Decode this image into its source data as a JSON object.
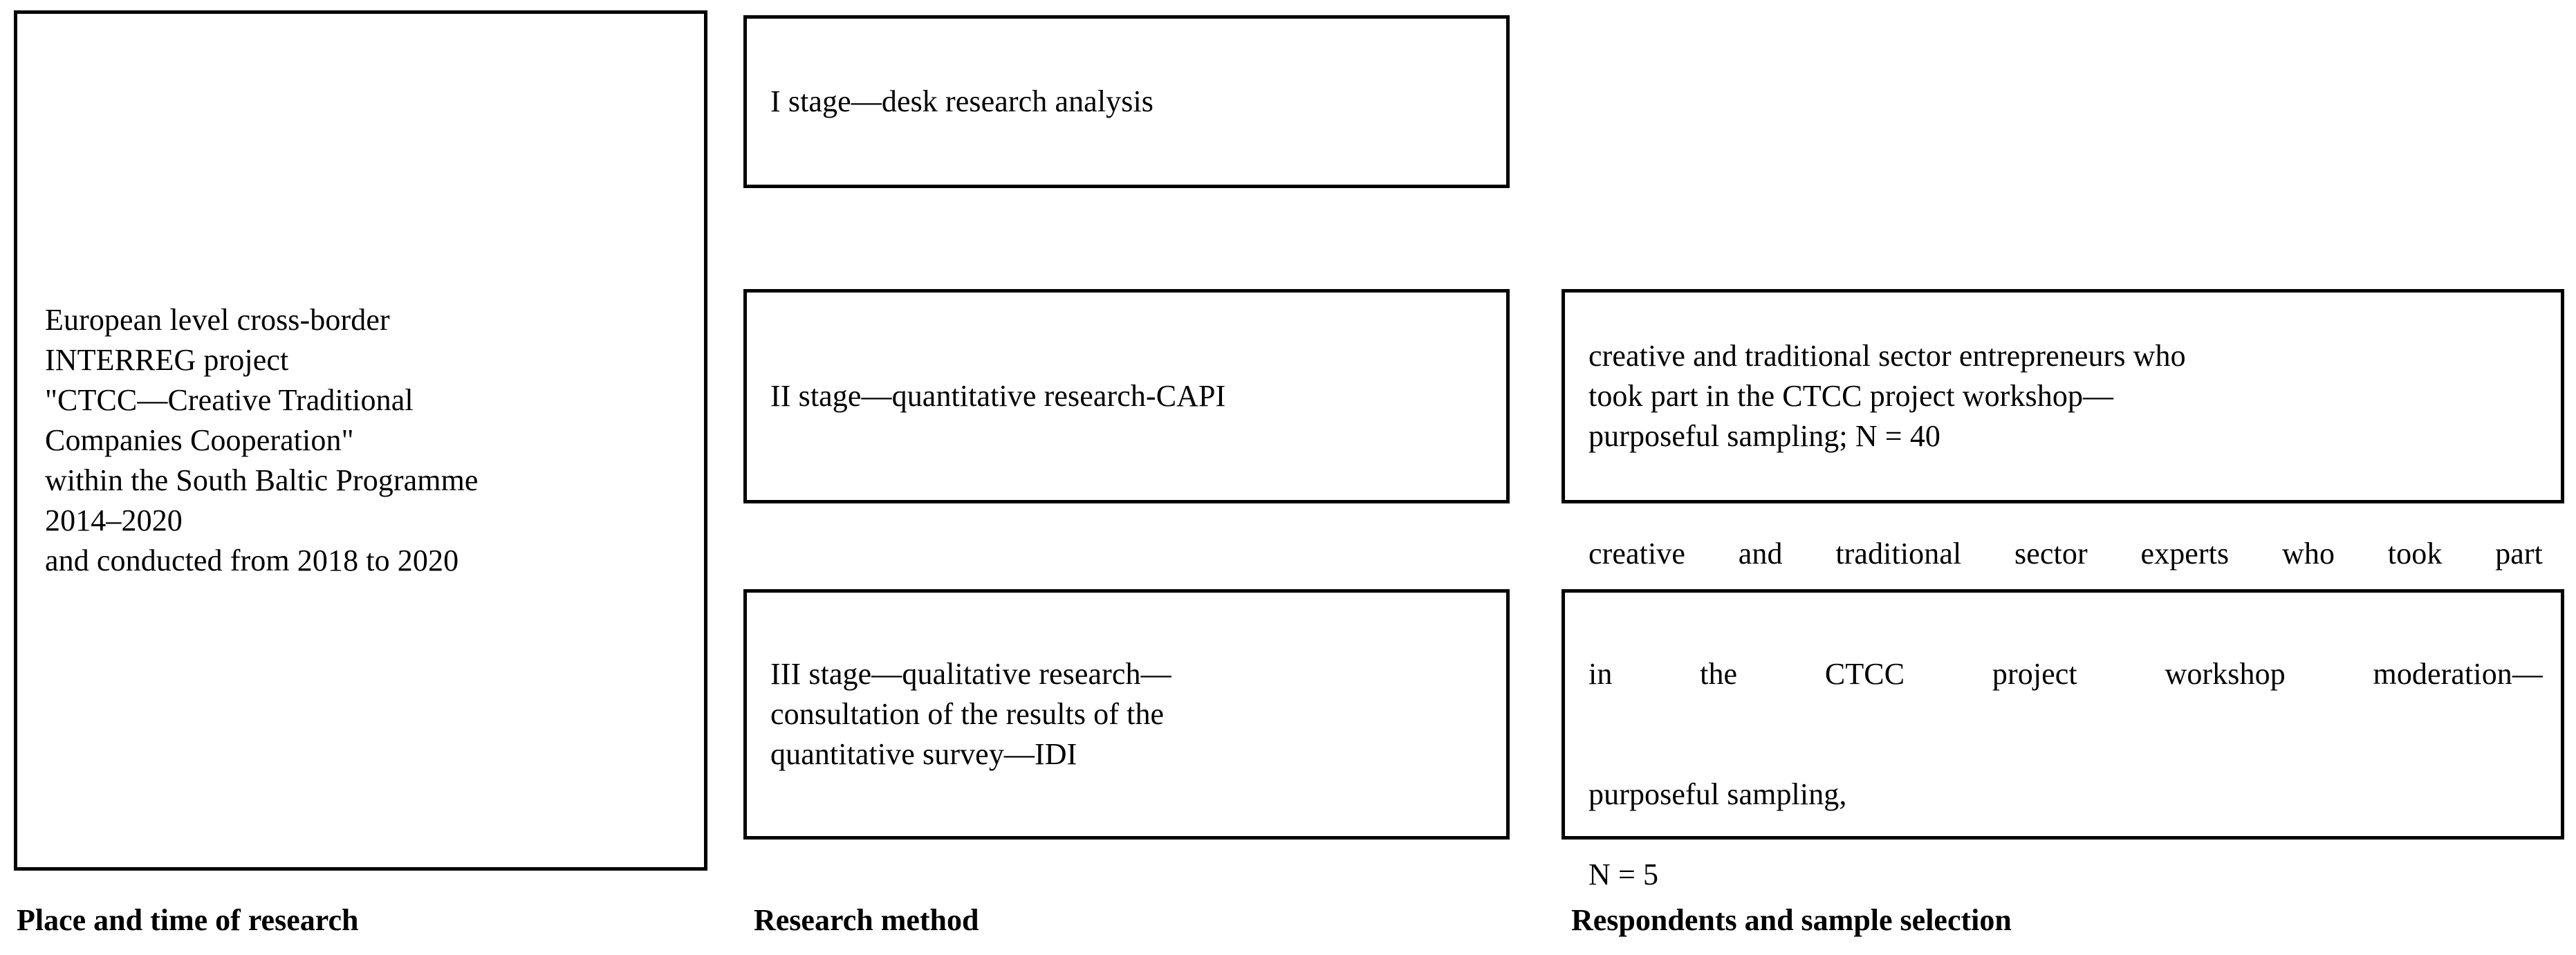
{
  "figure": {
    "type": "three-column-research-design-flow",
    "columns": [
      {
        "caption": "Place and time of research",
        "boxes": [
          "place_time"
        ]
      },
      {
        "caption": "Research method",
        "boxes": [
          "stage_1",
          "stage_2",
          "stage_3"
        ]
      },
      {
        "caption": "Respondents and sample selection",
        "boxes": [
          "respondents_1",
          "respondents_2"
        ]
      }
    ]
  },
  "boxes": {
    "place_time": {
      "text": "European level cross-border\nINTERREG project\n\"CTCC—Creative Traditional\nCompanies Cooperation\"\nwithin the South Baltic Programme\n 2014–2020\nand conducted from 2018 to 2020"
    },
    "stage_1": {
      "text": "I stage—desk research analysis"
    },
    "stage_2": {
      "text": "II stage—quantitative research-CAPI"
    },
    "stage_3": {
      "text": "III stage—qualitative research—\nconsultation of the results of the\nquantitative survey—IDI"
    },
    "respondents_1": {
      "text": "creative and traditional sector entrepreneurs who\ntook part in the CTCC project workshop—\npurposeful sampling; N = 40"
    },
    "respondents_2": {
      "line_1": "creative and traditional sector experts who took part",
      "line_2": "in the CTCC project workshop moderation—",
      "line_3": "purposeful sampling,",
      "line_4": "N = 5"
    }
  },
  "captions": {
    "place": "Place and time of research",
    "method": "Research method",
    "respondents": "Respondents and sample selection"
  },
  "colors": {
    "border": "#000000",
    "text": "#000000",
    "background": "#ffffff"
  }
}
